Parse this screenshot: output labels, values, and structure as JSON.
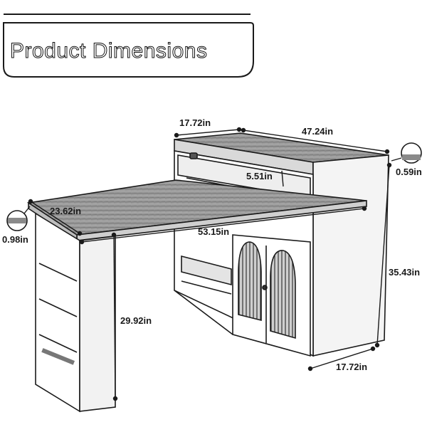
{
  "header": {
    "title": "Product Dimensions"
  },
  "dimensions": {
    "top_depth": "17.72in",
    "top_width": "47.24in",
    "drawer_height": "5.51in",
    "board_thickness_top": "0.59in",
    "leaf_depth": "23.62in",
    "leaf_thickness": "0.98in",
    "leaf_width": "53.15in",
    "leg_height": "29.92in",
    "cabinet_height": "35.43in",
    "base_depth": "17.72in"
  },
  "colors": {
    "line": "#1a1a1a",
    "wood_light": "#e6e6e6",
    "wood_dark": "#8a8a8a"
  }
}
